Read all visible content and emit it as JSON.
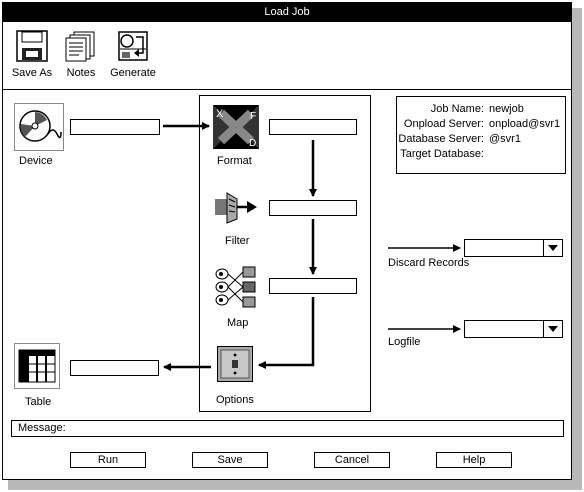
{
  "window": {
    "title": "Load Job"
  },
  "toolbar": {
    "save_as": {
      "label": "Save As",
      "icon": "floppy-disk-icon"
    },
    "notes": {
      "label": "Notes",
      "icon": "notes-icon"
    },
    "generate": {
      "label": "Generate",
      "icon": "generate-icon"
    }
  },
  "flow": {
    "device": {
      "label": "Device",
      "value": ""
    },
    "format": {
      "label": "Format",
      "value": ""
    },
    "filter": {
      "label": "Filter",
      "value": ""
    },
    "map": {
      "label": "Map",
      "value": ""
    },
    "options": {
      "label": "Options"
    },
    "table": {
      "label": "Table",
      "value": ""
    }
  },
  "info": {
    "job_name_label": "Job Name:",
    "job_name": "newjob",
    "onload_server_label": "Onpload Server:",
    "onload_server": "onpload@svr1",
    "database_server_label": "Database Server:",
    "database_server": "@svr1",
    "target_database_label": "Target Database:",
    "target_database": ""
  },
  "discard_records": {
    "label": "Discard Records",
    "value": ""
  },
  "logfile": {
    "label": "Logfile",
    "value": ""
  },
  "message": {
    "label": "Message:"
  },
  "buttons": {
    "run": "Run",
    "save": "Save",
    "cancel": "Cancel",
    "help": "Help"
  }
}
